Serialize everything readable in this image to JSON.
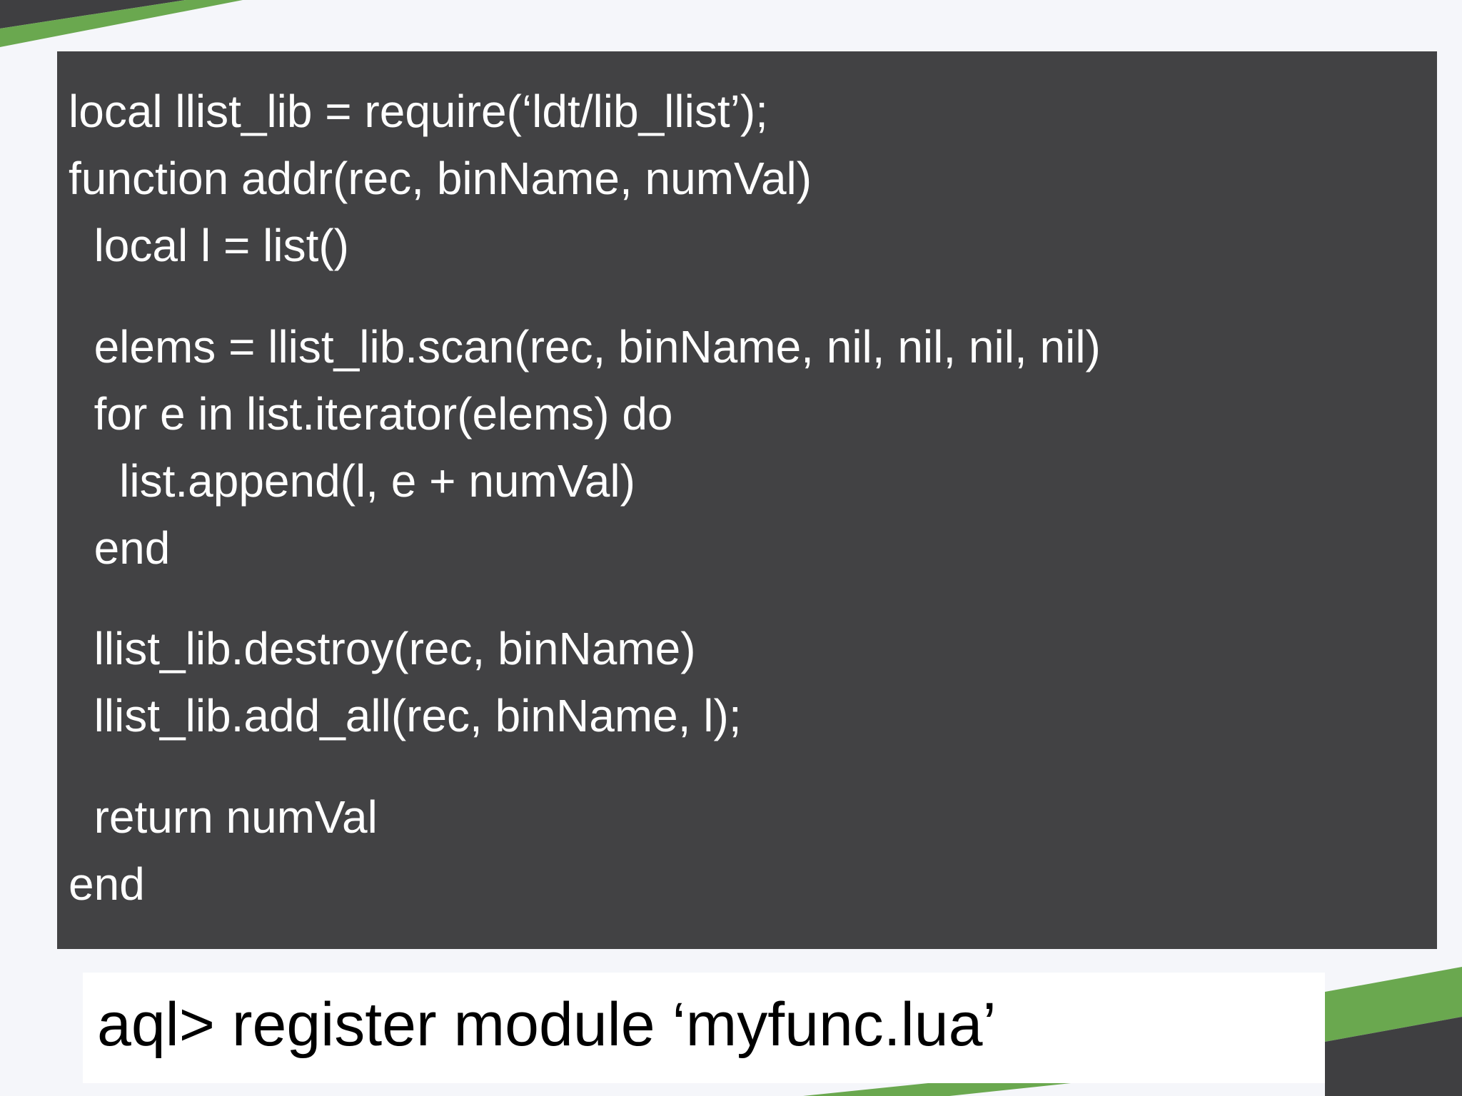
{
  "colors": {
    "background": "#f5f6fa",
    "code_panel": "#424244",
    "code_text": "#ffffff",
    "accent_green": "#6aa84f",
    "dark_band": "#3f3f41",
    "command_box": "#ffffff",
    "command_text": "#000000"
  },
  "code": {
    "lines": [
      "local llist_lib = require(‘ldt/lib_llist’);",
      "function addr(rec, binName, numVal)",
      "  local l = list()",
      "  elems = llist_lib.scan(rec, binName, nil, nil, nil, nil)",
      "  for e in list.iterator(elems) do",
      "    list.append(l, e + numVal)",
      "  end",
      "  llist_lib.destroy(rec, binName)",
      "  llist_lib.add_all(rec, binName, l);",
      "  return numVal",
      "end"
    ]
  },
  "command": {
    "text": "aql> register module ‘myfunc.lua’"
  }
}
